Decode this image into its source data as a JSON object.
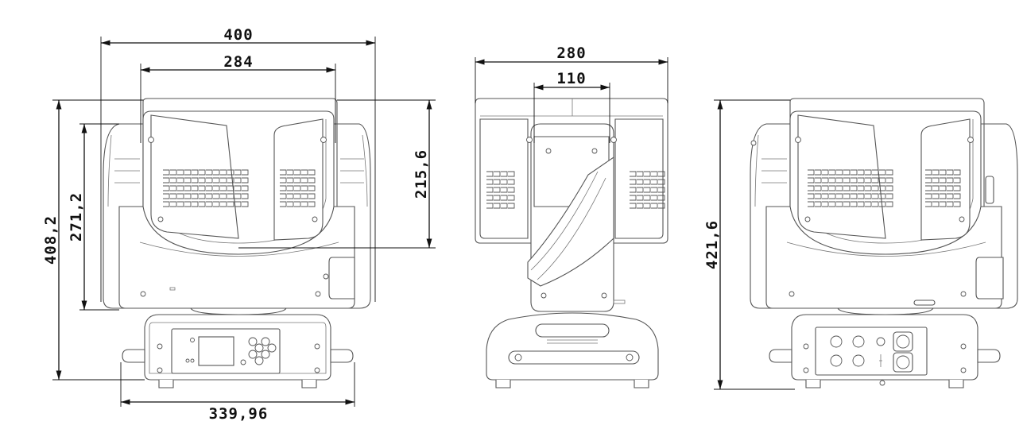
{
  "dimensions": {
    "front_total_width": "400",
    "front_yoke_width": "284",
    "front_total_height": "408,2",
    "front_head_height": "271,2",
    "front_head_depth": "215,6",
    "front_base_width": "339,96",
    "side_total_width": "280",
    "side_arm_width": "110",
    "back_total_height": "421,6"
  },
  "colors": {
    "line": "#555555",
    "dimension": "#111111",
    "background": "#ffffff"
  }
}
